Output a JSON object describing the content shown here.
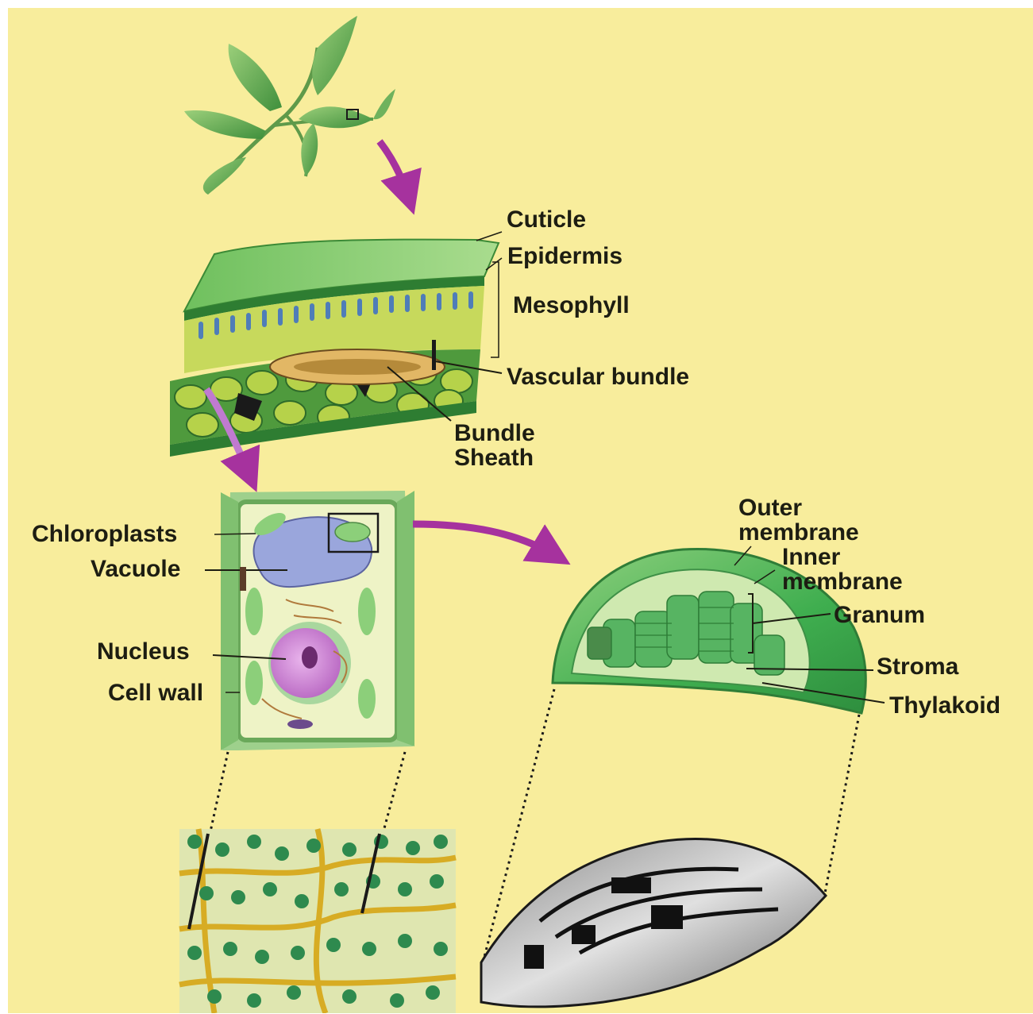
{
  "labels": {
    "cuticle": "Cuticle",
    "epidermis": "Epidermis",
    "mesophyll": "Mesophyll",
    "vascular_bundle": "Vascular bundle",
    "bundle_sheath": "Bundle\nSheath",
    "chloroplasts": "Chloroplasts",
    "vacuole": "Vacuole",
    "nucleus": "Nucleus",
    "cell_wall": "Cell wall",
    "outer_membrane": "Outer\nmembrane",
    "inner_membrane": "Inner\nmembrane",
    "granum": "Granum",
    "stroma": "Stroma",
    "thylakoid": "Thylakoid"
  },
  "colors": {
    "background": "#f8ed9c",
    "arrow": "#a6329e",
    "leaf_green": "#4fae46",
    "vacuole_blue": "#9aa6dc",
    "nucleus_pink": "#d98ad4"
  }
}
